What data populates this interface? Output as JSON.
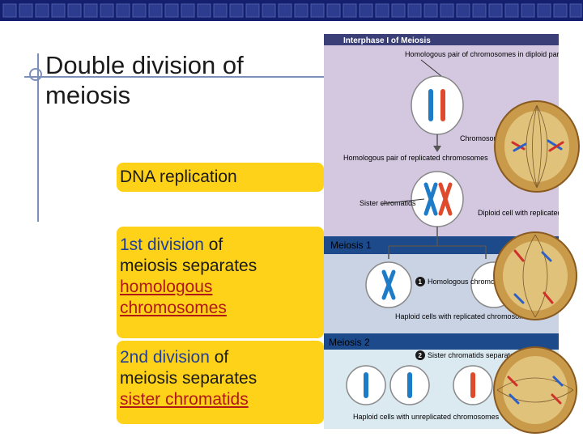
{
  "slide": {
    "title": "Double division of meiosis"
  },
  "callouts": {
    "dna_replication": "DNA replication",
    "division1": {
      "ordinal": "1st division",
      "of": " of",
      "line2": "meiosis separates",
      "term_line1": "homologous",
      "term_line2": "chromosomes"
    },
    "division2": {
      "ordinal": "2nd division",
      "of": " of",
      "line2": "meiosis separates",
      "term": "sister chromatids"
    }
  },
  "figure": {
    "header": "Interphase I of Meiosis",
    "homologous_pair_parent": "Homologous pair of chromosomes in diploid parent cell",
    "chromosomes_replicate": "Chromosomes replicate",
    "homologous_pair_replicated": "Homologous pair of replicated chromosomes",
    "sister_chromatids": "Sister chromatids",
    "diploid_cell_replicated": "Diploid cell with replicated chromosomes",
    "meiosis1_band": "Meiosis 1",
    "step1_number": "1",
    "step1_label": "Homologous chromosomes separate",
    "haploid_replicated": "Haploid cells with replicated chromosomes",
    "meiosis2_band": "Meiosis 2",
    "step2_number": "2",
    "step2_label": "Sister chromatids separate",
    "haploid_unreplicated": "Haploid cells with unreplicated chromosomes"
  },
  "colors": {
    "navy_band": "#14206e",
    "callout_yellow": "#ffd21a",
    "keyword_blue": "#1f3f9a",
    "term_red": "#b01818",
    "interphase_bg": "#d3c8e0",
    "meiosis1_bg": "#c9d3e4",
    "meiosis2_bg": "#dbe9f1",
    "section_band": "#1c4a8a",
    "chrom_blue": "#1e7bc8",
    "chrom_red": "#e04a2c"
  }
}
